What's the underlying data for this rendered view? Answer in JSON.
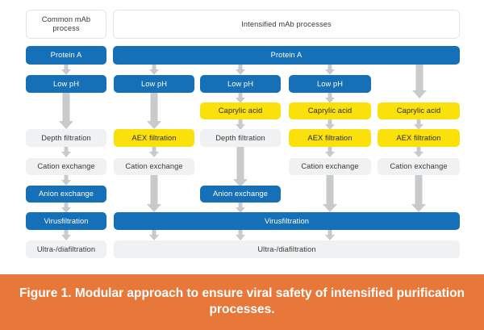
{
  "figure": {
    "caption": "Figure 1. Modular approach to ensure viral safety of intensified purification processes.",
    "caption_background": "#e8773a",
    "caption_text_color": "#ffffff"
  },
  "colors": {
    "blue": "#1570b8",
    "yellow": "#fbe10b",
    "grey": "#f0f1f2",
    "arrow": "#c9cacb",
    "header_border": "#e2e4e6",
    "background": "#ffffff"
  },
  "headers": [
    {
      "label": "Common mAb process",
      "columns": 1
    },
    {
      "label": "Intensified mAb processes",
      "columns": 4
    }
  ],
  "columns": [
    {
      "name": "common-mab-process"
    },
    {
      "name": "intensified-process-1"
    },
    {
      "name": "intensified-process-2"
    },
    {
      "name": "intensified-process-3"
    },
    {
      "name": "intensified-process-4"
    }
  ],
  "rows": [
    {
      "name": "protein-a",
      "nodes": [
        {
          "label": "Protein A",
          "color": "blue",
          "span": 1
        },
        {
          "label": "Protein A",
          "color": "blue",
          "span": 4
        }
      ]
    },
    {
      "name": "low-ph",
      "nodes": [
        {
          "label": "Low pH",
          "color": "blue",
          "span": 1
        },
        {
          "label": "Low pH",
          "color": "blue",
          "span": 1
        },
        {
          "label": "Low pH",
          "color": "blue",
          "span": 1
        },
        {
          "label": "Low pH",
          "color": "blue",
          "span": 1
        }
      ]
    },
    {
      "name": "caprylic-acid",
      "nodes": [
        {
          "label": "Caprylic acid",
          "color": "yellow",
          "span": 1
        },
        {
          "label": "Caprylic acid",
          "color": "yellow",
          "span": 1
        },
        {
          "label": "Caprylic acid",
          "color": "yellow",
          "span": 1
        }
      ]
    },
    {
      "name": "filtration",
      "nodes": [
        {
          "label": "Depth filtration",
          "color": "grey",
          "span": 1
        },
        {
          "label": "AEX filtration",
          "color": "yellow",
          "span": 1
        },
        {
          "label": "Depth filtration",
          "color": "grey",
          "span": 1
        },
        {
          "label": "AEX filtration",
          "color": "yellow",
          "span": 1
        },
        {
          "label": "AEX filtration",
          "color": "yellow",
          "span": 1
        }
      ]
    },
    {
      "name": "cation-exchange",
      "nodes": [
        {
          "label": "Cation exchange",
          "color": "grey",
          "span": 1
        },
        {
          "label": "Cation exchange",
          "color": "grey",
          "span": 1
        },
        {
          "label": "Cation exchange",
          "color": "grey",
          "span": 1
        },
        {
          "label": "Cation exchange",
          "color": "grey",
          "span": 1
        }
      ]
    },
    {
      "name": "anion-exchange",
      "nodes": [
        {
          "label": "Anion exchange",
          "color": "blue",
          "span": 1
        },
        {
          "label": "Anion exchange",
          "color": "blue",
          "span": 1
        }
      ]
    },
    {
      "name": "virusfiltration",
      "nodes": [
        {
          "label": "Virusfiltration",
          "color": "blue",
          "span": 1
        },
        {
          "label": "Virusfiltration",
          "color": "blue",
          "span": 4
        }
      ]
    },
    {
      "name": "ultra-diafiltration",
      "nodes": [
        {
          "label": "Ultra-/diafiltration",
          "color": "grey",
          "span": 1
        },
        {
          "label": "Ultra-/diafiltration",
          "color": "grey",
          "span": 4
        }
      ]
    }
  ],
  "node_labels": {
    "protein_a": "Protein A",
    "low_ph": "Low pH",
    "caprylic_acid": "Caprylic acid",
    "depth_filtration": "Depth filtration",
    "aex_filtration": "AEX filtration",
    "cation_exchange": "Cation exchange",
    "anion_exchange": "Anion exchange",
    "virusfiltration": "Virusfiltration",
    "ultra_diafiltration": "Ultra-/diafiltration"
  }
}
